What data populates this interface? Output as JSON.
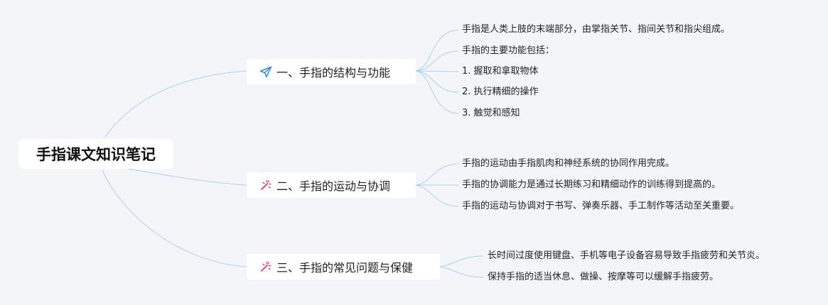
{
  "root": {
    "title": "手指课文知识笔记"
  },
  "branches": [
    {
      "title": "一、手指的结构与功能",
      "icon": "paper-plane-icon",
      "icon_color": "#2f8fd8",
      "items": [
        "手指是人类上肢的末端部分，由掌指关节、指间关节和指尖组成。",
        "手指的主要功能包括：",
        "1. 握取和拿取物体",
        "2. 执行精细的操作",
        "3. 触觉和感知"
      ]
    },
    {
      "title": "二、手指的运动与协调",
      "icon": "magic-wand-icon",
      "icon_color": "#e0355c",
      "items": [
        "手指的运动由手指肌肉和神经系统的协同作用完成。",
        "手指的协调能力是通过长期练习和精细动作的训练得到提高的。",
        "手指的运动与协调对于书写、弹奏乐器、手工制作等活动至关重要。"
      ]
    },
    {
      "title": "三、手指的常见问题与保健",
      "icon": "magic-wand-icon",
      "icon_color": "#e0355c",
      "items": [
        "长时间过度使用键盘、手机等电子设备容易导致手指疲劳和关节炎。",
        "保持手指的适当休息、做操、按摩等可以缓解手指疲劳。"
      ]
    }
  ],
  "colors": {
    "background": "#f3f5f9",
    "link": "#a9d3ec",
    "node": "#ffffff"
  }
}
